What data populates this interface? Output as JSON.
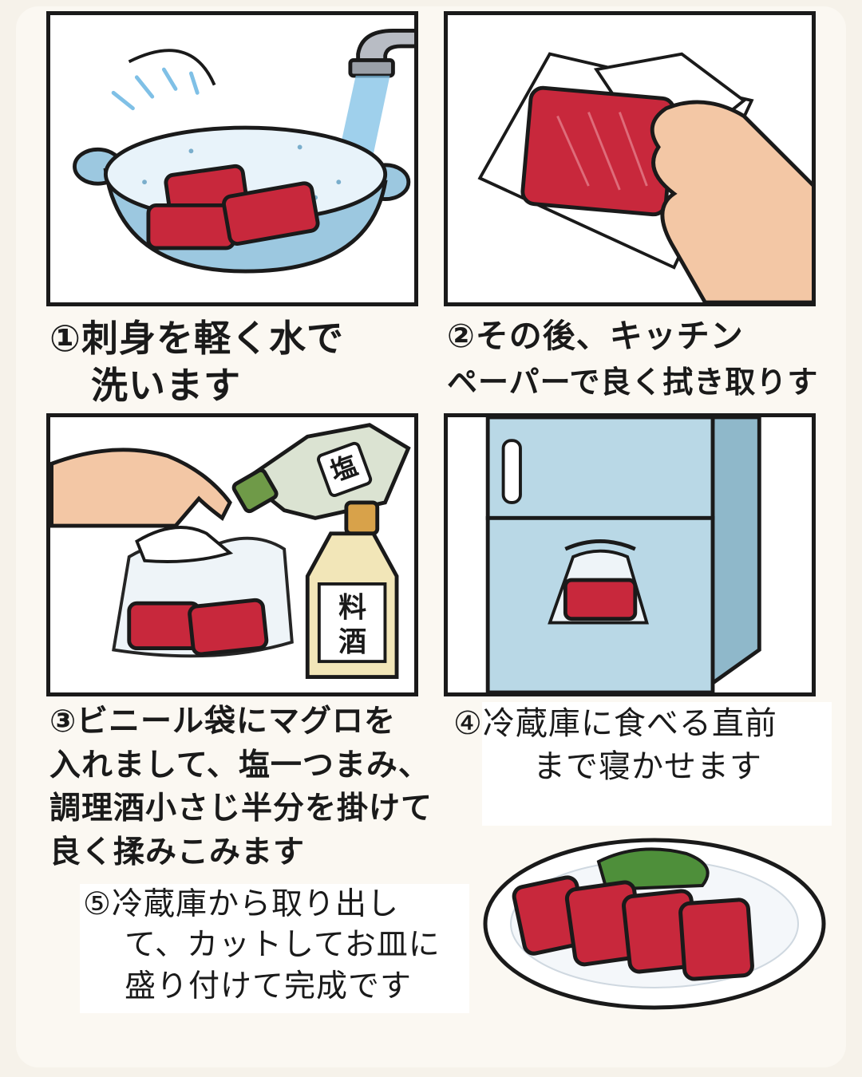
{
  "steps": [
    {
      "lines": [
        "①刺身を軽く水で",
        "洗います"
      ]
    },
    {
      "lines": [
        "②その後、キッチン",
        "ペーパーで良く拭き取りす"
      ]
    },
    {
      "lines": [
        "③ビニール袋にマグロを",
        "入れまして、塩一つまみ、",
        "調理酒小さじ半分を掛けて",
        "良く揉みこみます"
      ]
    },
    {
      "lines": [
        "④冷蔵庫に食べる直前",
        "まで寝かせます"
      ]
    },
    {
      "lines": [
        "⑤冷蔵庫から取り出し",
        "て、カットしてお皿に",
        "盛り付けて完成です"
      ]
    }
  ],
  "labels": {
    "salt": "塩",
    "sake_1": "料",
    "sake_2": "酒"
  },
  "colors": {
    "outline": "#1a1a1a",
    "tuna": "#c8283c",
    "water": "#7fc0e6",
    "bowl": "#9cc8e0",
    "fridge": "#b9d8e6",
    "skin": "#f3c7a5",
    "bottle_green": "#6f9a48",
    "garnish": "#4e8f3a"
  },
  "icons": [
    "colander-icon",
    "faucet-icon",
    "tuna-block-icon",
    "paper-towel-icon",
    "hand-icon",
    "salt-bottle-icon",
    "sake-bottle-icon",
    "plastic-bag-icon",
    "refrigerator-icon",
    "plate-icon"
  ]
}
